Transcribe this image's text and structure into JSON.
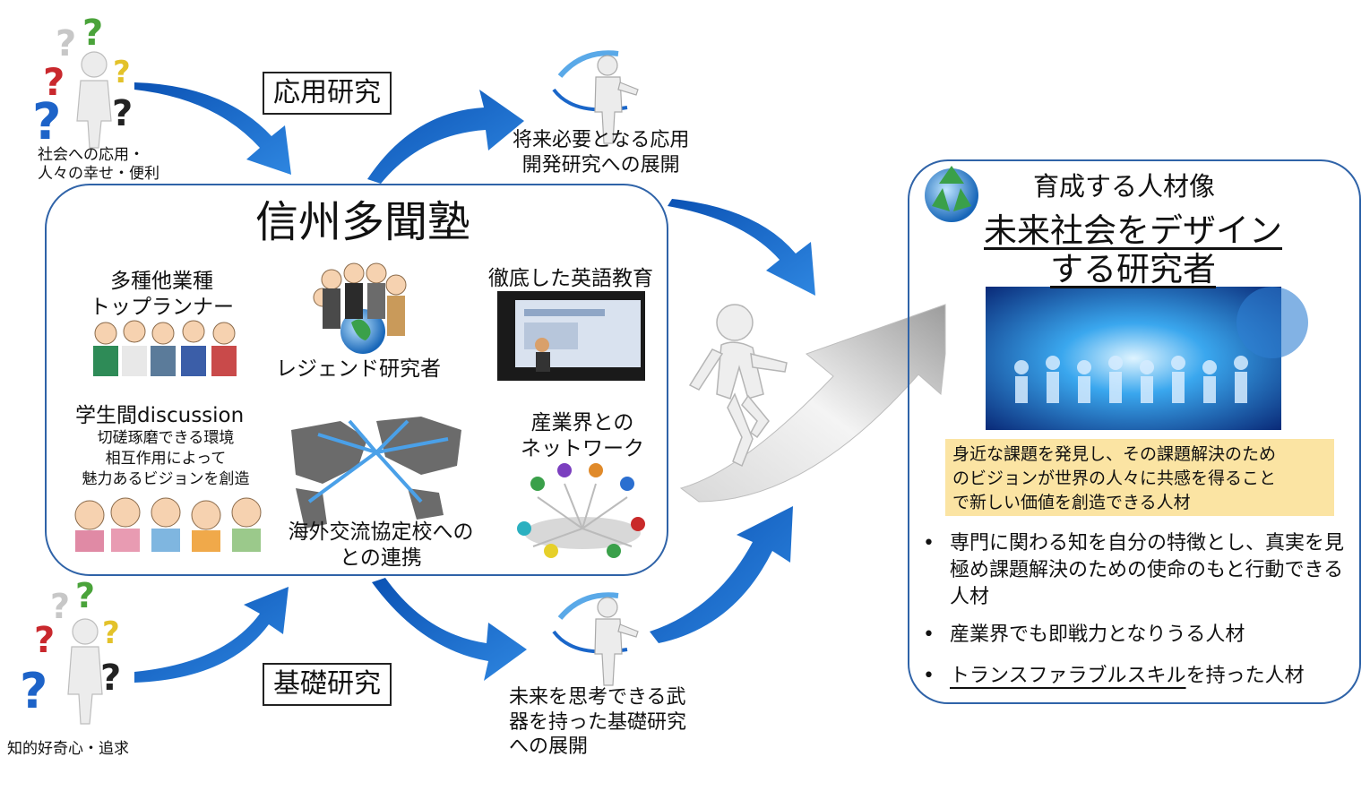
{
  "labels": {
    "applied_research": "応用研究",
    "basic_research": "基礎研究",
    "social_application_1": "社会への応用・",
    "social_application_2": "人々の幸せ・便利",
    "intellectual_curiosity": "知的好奇心・追求",
    "future_applied_1": "将来必要となる応用",
    "future_applied_2": "開発研究への展開",
    "future_basic_1": "未来を思考できる武",
    "future_basic_2": "器を持った基礎研究",
    "future_basic_3": "への展開"
  },
  "center": {
    "title": "信州多聞塾",
    "top_runner_1": "多種他業種",
    "top_runner_2": "トップランナー",
    "legend": "レジェンド研究者",
    "english": "徹底した英語教育",
    "discussion_title": "学生間discussion",
    "discussion_1": "切磋琢磨できる環境",
    "discussion_2": "相互作用によって",
    "discussion_3": "魅力あるビジョンを創造",
    "overseas_1": "海外交流協定校への",
    "overseas_2": "との連携",
    "industry_1": "産業界との",
    "industry_2": "ネットワーク"
  },
  "right": {
    "heading": "育成する人材像",
    "subtitle_1": "未来社会をデザイン",
    "subtitle_2": "する研究者",
    "highlight_1": "身近な課題を発見し、その課題解決のため",
    "highlight_2": "のビジョンが世界の人々に共感を得ること",
    "highlight_3": "で新しい価値を創造できる人材",
    "bullet_1": "専門に関わる知を自分の特徴とし、真実を見極め課題解決のための使命のもと行動できる人材",
    "bullet_2": "産業界でも即戦力となりうる人材",
    "bullet_3a": "トランスファラブルスキル",
    "bullet_3b": "を持った人材",
    "bullet_mark": "•"
  },
  "colors": {
    "arrow_blue": "#1466c8",
    "panel_border": "#2f63a8",
    "highlight_bg": "#fbe4a3"
  }
}
